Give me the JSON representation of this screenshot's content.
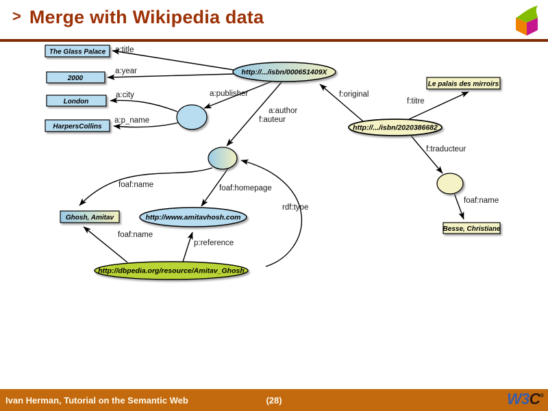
{
  "slide": {
    "title_prefix": ">",
    "title": "Merge with Wikipedia data",
    "footer_text": "Ivan Herman, Tutorial on the Semantic Web",
    "page_number": "(28)",
    "w3c_logo": {
      "w3": "W3",
      "c": "C",
      "reg": "®"
    },
    "colors": {
      "title": "#9c3106",
      "rule": "#7e2a03",
      "footer_bar": "#c3690e",
      "footer_text": "#fdfbec",
      "w3c_blue": "#3b5ca8",
      "node_blue": "#b8ddf1",
      "node_yellow": "#f5f3c5",
      "node_green": "#b9d434",
      "gradient_blue": "#9bcbe6",
      "gradient_yellow": "#f1efbf"
    }
  },
  "graph": {
    "nodes": [
      {
        "id": "glass-palace",
        "type": "literal",
        "label": "The Glass Palace"
      },
      {
        "id": "year-2000",
        "type": "literal",
        "label": "2000"
      },
      {
        "id": "london",
        "type": "literal",
        "label": "London"
      },
      {
        "id": "harperscollins",
        "type": "literal",
        "label": "HarpersCollins"
      },
      {
        "id": "isbn-000651409X",
        "type": "resource",
        "label": "http://.../isbn/000651409X"
      },
      {
        "id": "publisher-blank-node",
        "type": "blank",
        "label": ""
      },
      {
        "id": "author-blank-node",
        "type": "blank",
        "label": ""
      },
      {
        "id": "ghosh-amitav",
        "type": "literal",
        "label": "Ghosh, Amitav"
      },
      {
        "id": "homepage",
        "type": "resource",
        "label": "http://www.amitavhosh.com"
      },
      {
        "id": "dbpedia",
        "type": "resource",
        "label": "http://dbpedia.org/resource/Amitav_Ghosh"
      },
      {
        "id": "isbn-2020386682",
        "type": "resource",
        "label": "http://.../isbn/2020386682"
      },
      {
        "id": "palais-des-mirroirs",
        "type": "literal",
        "label": "Le palais des mirroirs"
      },
      {
        "id": "translator-blank-node",
        "type": "blank",
        "label": ""
      },
      {
        "id": "besse-christiane",
        "type": "literal",
        "label": "Besse, Christiane"
      }
    ],
    "edges": [
      {
        "label": "a:title"
      },
      {
        "label": "a:year"
      },
      {
        "label": "a:city"
      },
      {
        "label": "a:p_name"
      },
      {
        "label": "a:publisher"
      },
      {
        "label": "a:author"
      },
      {
        "label": "f:auteur"
      },
      {
        "label": "f:original"
      },
      {
        "label": "f:titre"
      },
      {
        "label": "f:traducteur"
      },
      {
        "label": "foaf:name"
      },
      {
        "label": "foaf:homepage"
      },
      {
        "label": "rdf:type"
      },
      {
        "label": "p:reference"
      },
      {
        "label": "foaf:name"
      },
      {
        "label": "foaf:name"
      }
    ]
  }
}
